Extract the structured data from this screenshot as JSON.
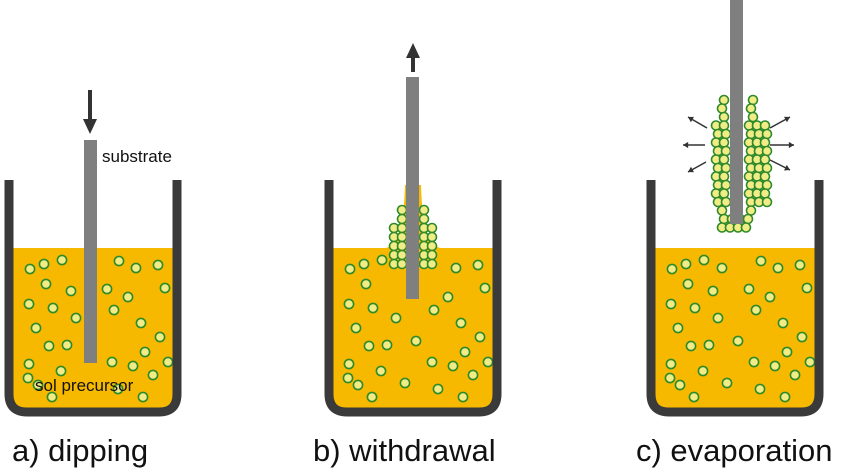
{
  "labels": {
    "substrate": "substrate",
    "sol_precursor": "sol precursor"
  },
  "panels": [
    {
      "id": "a",
      "caption": "a) dipping"
    },
    {
      "id": "b",
      "caption": "b) withdrawal"
    },
    {
      "id": "c",
      "caption": "c) evaporation"
    }
  ],
  "colors": {
    "sol": "#f7b900",
    "particle_fill": "#f1ec86",
    "particle_stroke": "#2f8a2a",
    "container": "#3a3a3a",
    "substrate": "#7f7f7f",
    "arrow": "#333333"
  }
}
